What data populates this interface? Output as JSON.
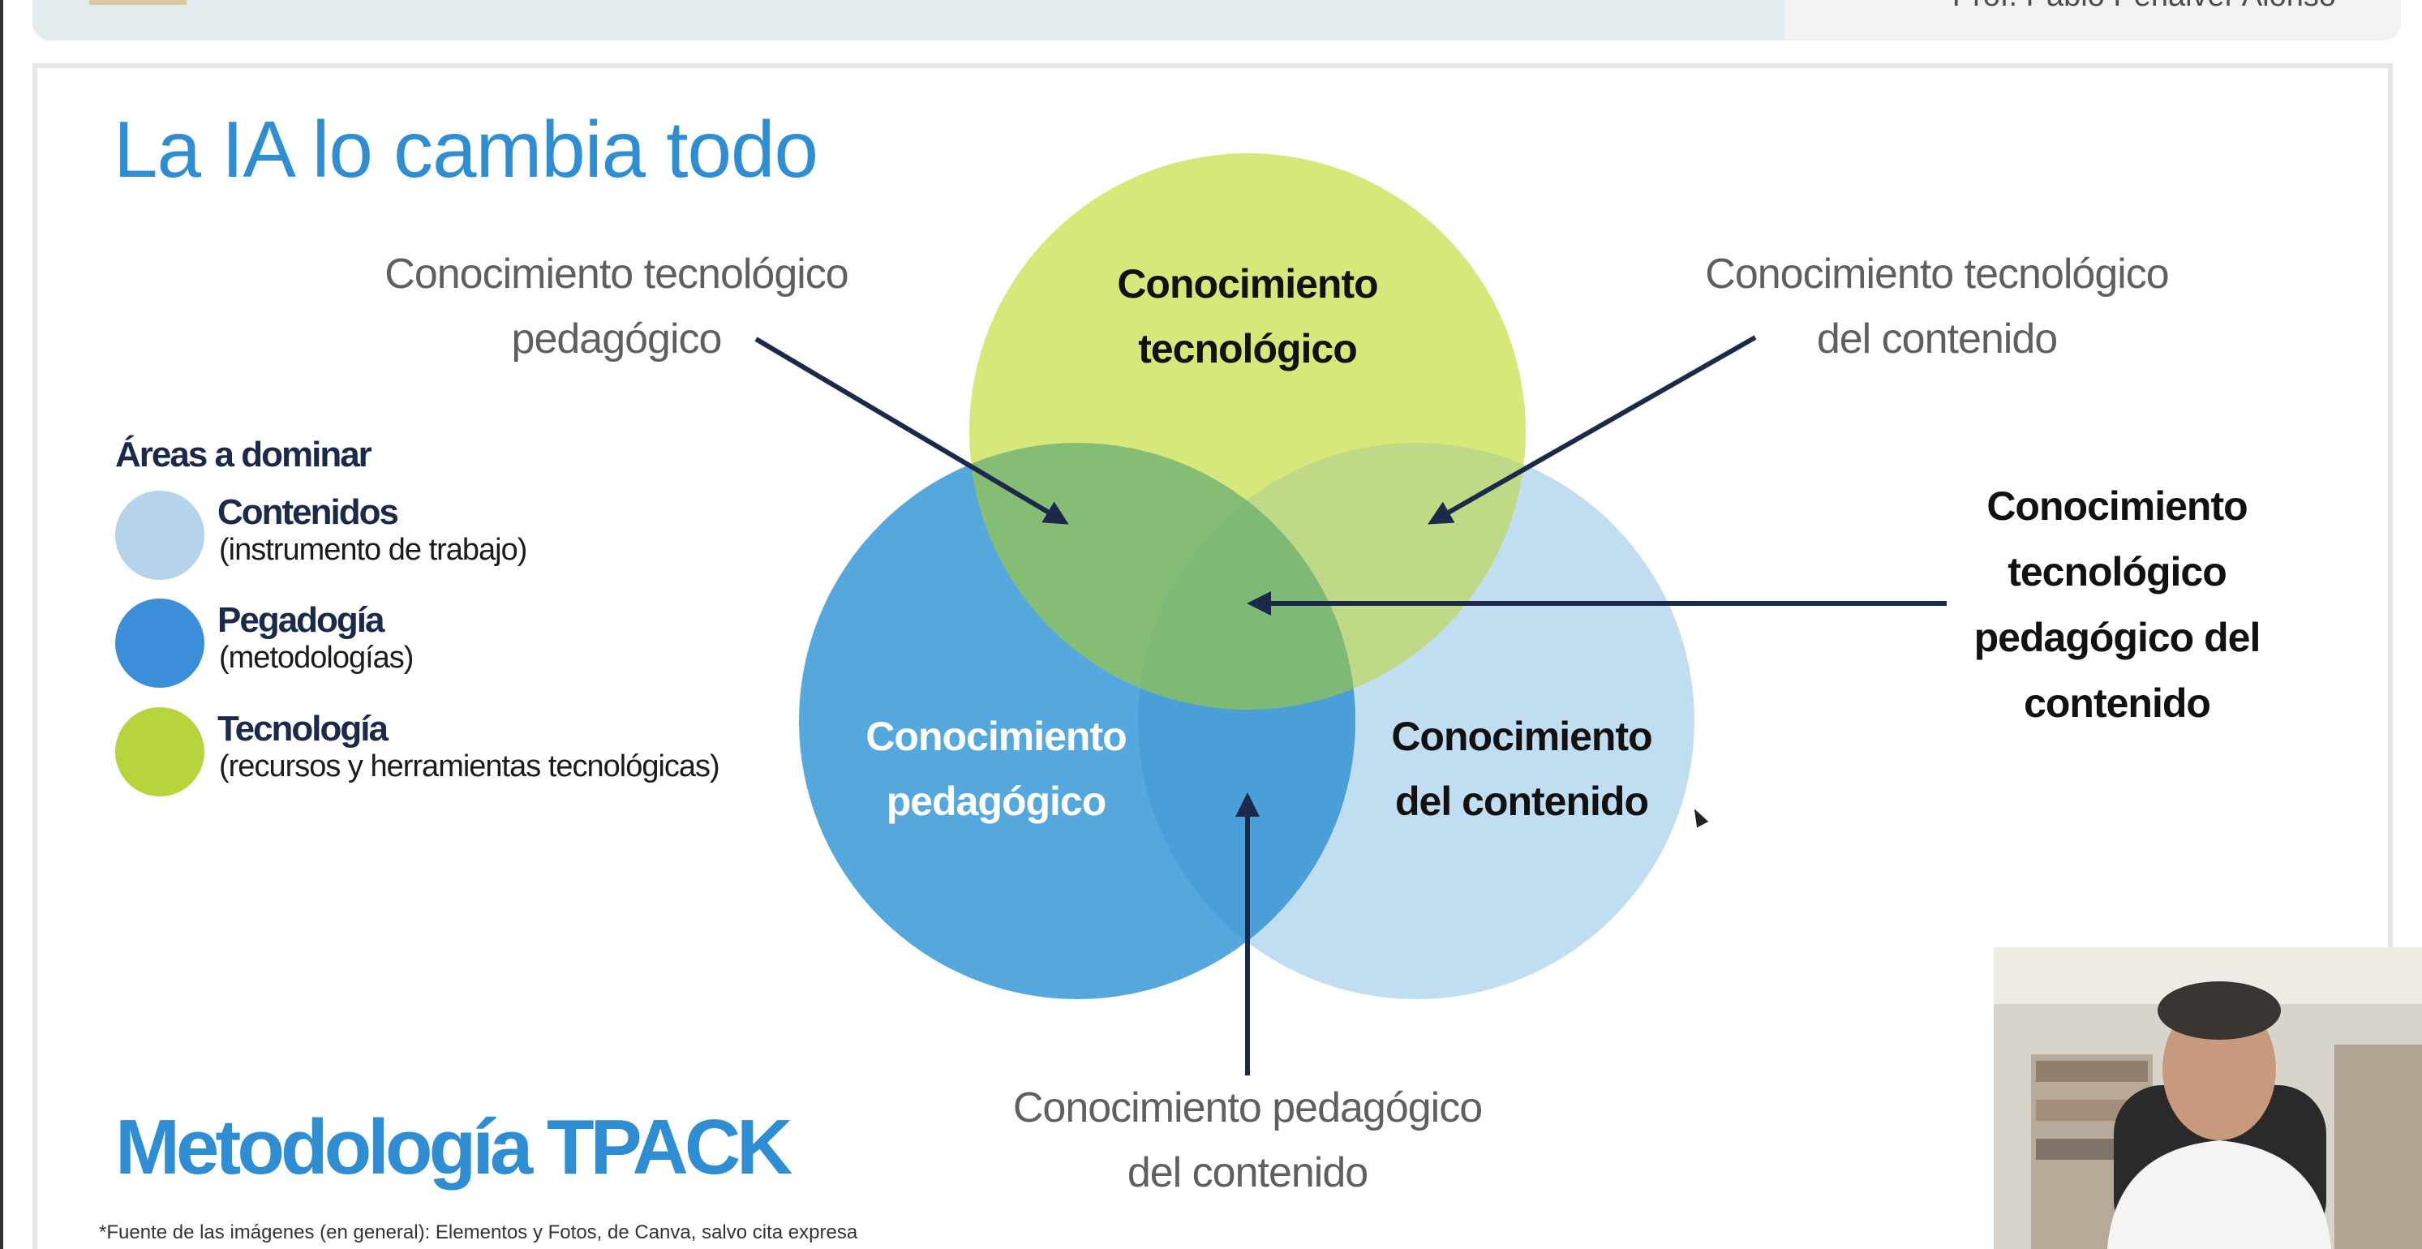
{
  "header": {
    "author": "Prof. Pablo Peñalver Alonso"
  },
  "slide": {
    "title": "La IA lo cambia todo",
    "legend": {
      "title": "Áreas a dominar",
      "items": [
        {
          "name": "Contenidos",
          "desc": "(instrumento de trabajo)",
          "color": "#b5d3ea"
        },
        {
          "name": "Pegadogía",
          "desc": "(metodologías)",
          "color": "#3a8fd8"
        },
        {
          "name": "Tecnología",
          "desc": "(recursos y herramientas tecnológicas)",
          "color": "#b6d43c"
        }
      ]
    },
    "venn": {
      "technological": {
        "line1": "Conocimiento",
        "line2": "tecnológico",
        "color": "#d7e77a"
      },
      "pedagogical": {
        "line1": "Conocimiento",
        "line2": "pedagógico",
        "color": "#4ea4dd"
      },
      "content": {
        "line1": "Conocimiento",
        "line2": "del contenido",
        "color": "#c1ddf1"
      }
    },
    "annotations": {
      "tpk": {
        "line1": "Conocimiento tecnológico",
        "line2": "pedagógico"
      },
      "tck": {
        "line1": "Conocimiento tecnológico",
        "line2": "del contenido"
      },
      "pck": {
        "line1": "Conocimiento pedagógico",
        "line2": "del contenido"
      },
      "tpack": {
        "line1": "Conocimiento",
        "line2": "tecnológico",
        "line3": "pedagógico del",
        "line4": "contenido"
      }
    },
    "method": "Metodología TPACK",
    "footnote": "*Fuente de las imágenes (en general): Elementos y Fotos, de Canva, salvo cita expresa"
  },
  "colors": {
    "title_blue": "#2f8ed3",
    "arrow": "#1b2a4a"
  }
}
